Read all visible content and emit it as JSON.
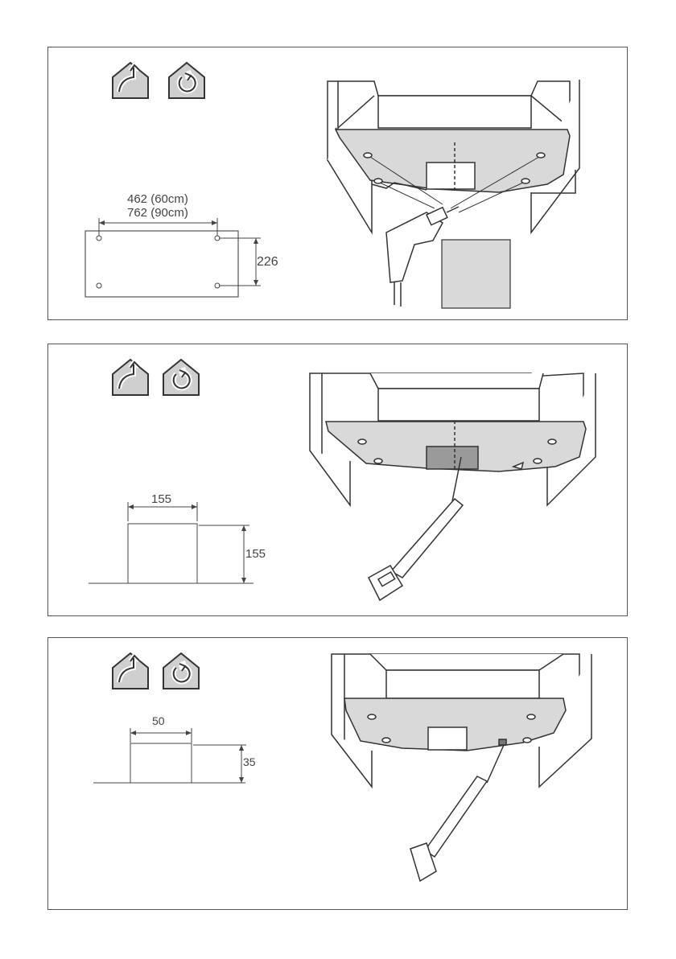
{
  "icons": [
    "duct-out-icon",
    "recirculation-icon"
  ],
  "panel1": {
    "dim_width_60": "462 (60cm)",
    "dim_width_90": "762 (90cm)",
    "dim_height": "226"
  },
  "panel2": {
    "dim_width": "155",
    "dim_height": "155"
  },
  "panel3": {
    "dim_width": "50",
    "dim_height": "35"
  },
  "colors": {
    "line": "#333333",
    "panel_fill": "#d9d9d9",
    "cutout_fill": "#b0b0b0",
    "icon_fill": "#cfcfcf"
  }
}
